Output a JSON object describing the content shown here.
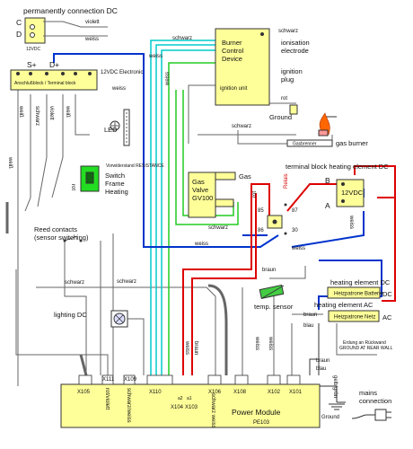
{
  "title": "permanently connection DC",
  "colors": {
    "module_fill": "#ffff99",
    "wire_blue": "#0033cc",
    "wire_red": "#dd0000",
    "wire_green": "#22cc22",
    "wire_cyan": "#00cccc",
    "wire_black": "#333333"
  },
  "top_left": {
    "c_label": "C",
    "d_label": "D",
    "voltage": "12VDC",
    "violet": "violett",
    "weiss": "weiss"
  },
  "terminal_block": {
    "plus_label": "S+",
    "d_plus_label": "D+",
    "label": "Anschlußblock / Terminal block",
    "voltage_label": "12VDC Electronic",
    "weiss": "weiss",
    "led_label": "LED",
    "resistance_label": "Vorwiderstand RESISTANCE",
    "switch_label": "Switch Frame Heating",
    "rot": "rot",
    "wires": [
      "weiß",
      "schwarz",
      "violett",
      "weiß",
      "weiß"
    ]
  },
  "burner": {
    "title": "Burner Control Device",
    "ignition_unit": "ignition unit",
    "ionisation": "ionisation electrode",
    "ignition_plug": "ignition plug",
    "ground": "Ground",
    "gas_burner_box": "Gasbrenner",
    "gas_burner": "gas burner",
    "schwarz": "schwarz",
    "rot": "rot"
  },
  "gas_valve": {
    "label": "Gas Valve GV100",
    "gas": "Gas",
    "schwarz": "schwarz"
  },
  "relay_block": {
    "title": "terminal block heating element  DC",
    "a_label": "A",
    "b_label": "B",
    "voltage": "12VDC",
    "relay_label": "Relais",
    "pins": [
      "85",
      "87",
      "86",
      "30"
    ],
    "weiss": "weiss",
    "rot": "rot"
  },
  "reed": {
    "label": "Reed contacts (sensor switching)",
    "schwarz": "schwarz"
  },
  "sensor": {
    "label": "temp. sensor",
    "braun": "braun",
    "weiss": "weiss"
  },
  "heating_dc": {
    "box": "Heizpatrone Batterie",
    "label": "heating element DC",
    "dc": "DC"
  },
  "heating_ac": {
    "label": "heating element AC",
    "box": "Heizpatrone Netz",
    "ac": "AC",
    "braun": "braun",
    "blau": "blau"
  },
  "earthing": "Erdung an Rückwand GROUND AT REAR WALL",
  "lighting": "lighting DC",
  "power_module": {
    "title": "Power Module",
    "model": "PE103",
    "connectors": [
      "X105",
      "X111",
      "X109",
      "X110",
      "X103",
      "X106",
      "X108",
      "X102",
      "X101"
    ],
    "x104": "X104",
    "wire_labels": [
      "rot/violett",
      "schwarz/weiss",
      "schwarz weiss"
    ],
    "pin_labels": [
      "a2",
      "a1"
    ]
  },
  "mains": {
    "braun": "braun",
    "blau": "blau",
    "gelb_gruen": "gelb/grün",
    "ground": "Ground",
    "label": "mains connection"
  },
  "misc_wires": {
    "weiss": "weiss",
    "schwarz": "schwarz",
    "rot": "rot",
    "braun": "braun",
    "weiss2": "weiss"
  }
}
